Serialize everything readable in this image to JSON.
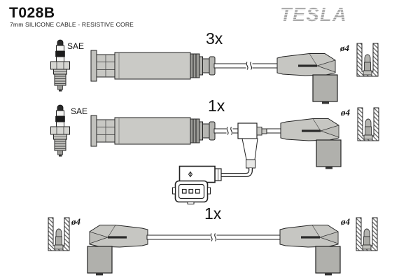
{
  "header": {
    "part_number": "T028B",
    "subtitle": "7mm SILICONE CABLE - RESISTIVE CORE",
    "brand": "TESLA"
  },
  "diagram": {
    "rows": [
      {
        "quantity": "3x",
        "plug_standard": "SAE",
        "terminal_diameter": "ø4"
      },
      {
        "quantity": "1x",
        "plug_standard": "SAE",
        "terminal_diameter": "ø4"
      },
      {
        "quantity": "1x",
        "terminal_diameter_left": "ø4",
        "terminal_diameter_right": "ø4"
      }
    ]
  },
  "colors": {
    "boot_gray": "#c8c8c4",
    "boot_dark_gray": "#b0b0ac",
    "outline": "#222222",
    "logo_gray": "#9c9c9c",
    "background": "#ffffff"
  }
}
